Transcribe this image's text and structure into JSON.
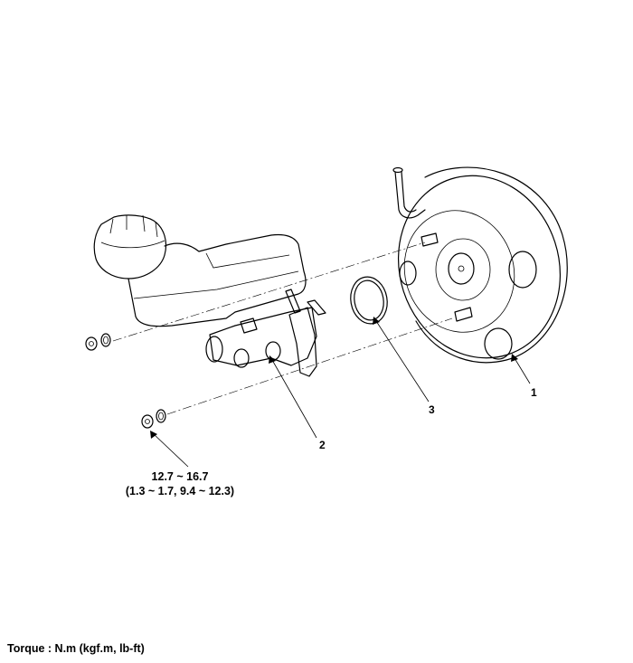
{
  "callouts": {
    "booster": "1",
    "master_cylinder": "2",
    "o_ring": "3"
  },
  "torque_spec": {
    "line1": "12.7 ~ 16.7",
    "line2": "(1.3 ~ 1.7, 9.4 ~ 12.3)"
  },
  "footer": {
    "torque_units": "Torque : N.m (kgf.m, lb-ft)"
  }
}
